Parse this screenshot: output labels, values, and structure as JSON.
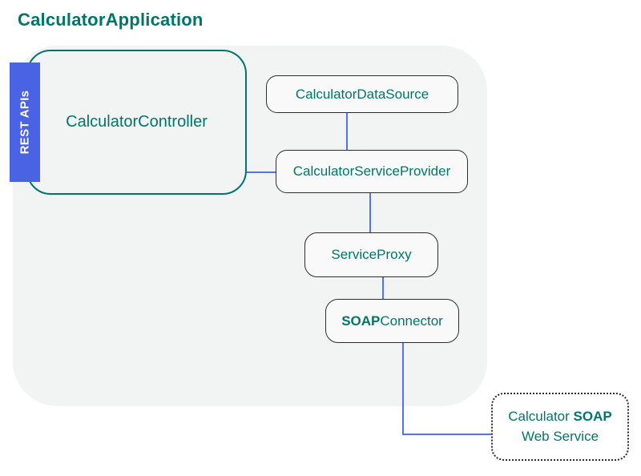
{
  "title": "CalculatorApplication",
  "rest_api_label": "REST APIs",
  "colors": {
    "teal": "#00766B",
    "badge_blue": "#4A63E5",
    "badge_text": "#FFFFFF",
    "line_blue": "#5173EB",
    "container_bg": "#F2F4F3",
    "node_bg": "#F8F9F8",
    "node_border": "#2D2D2D",
    "page_bg": "#FFFFFF"
  },
  "nodes": {
    "controller": {
      "label": "CalculatorController"
    },
    "data_source": {
      "label": "CalculatorDataSource"
    },
    "service_provider": {
      "label": "CalculatorServiceProvider"
    },
    "service_proxy": {
      "label": "ServiceProxy"
    },
    "soap_connector": {
      "label_bold": "SOAP",
      "label_rest": "Connector"
    },
    "web_service": {
      "line1_pre": "Calculator ",
      "line1_bold": "SOAP",
      "line2": "Web Service"
    }
  }
}
